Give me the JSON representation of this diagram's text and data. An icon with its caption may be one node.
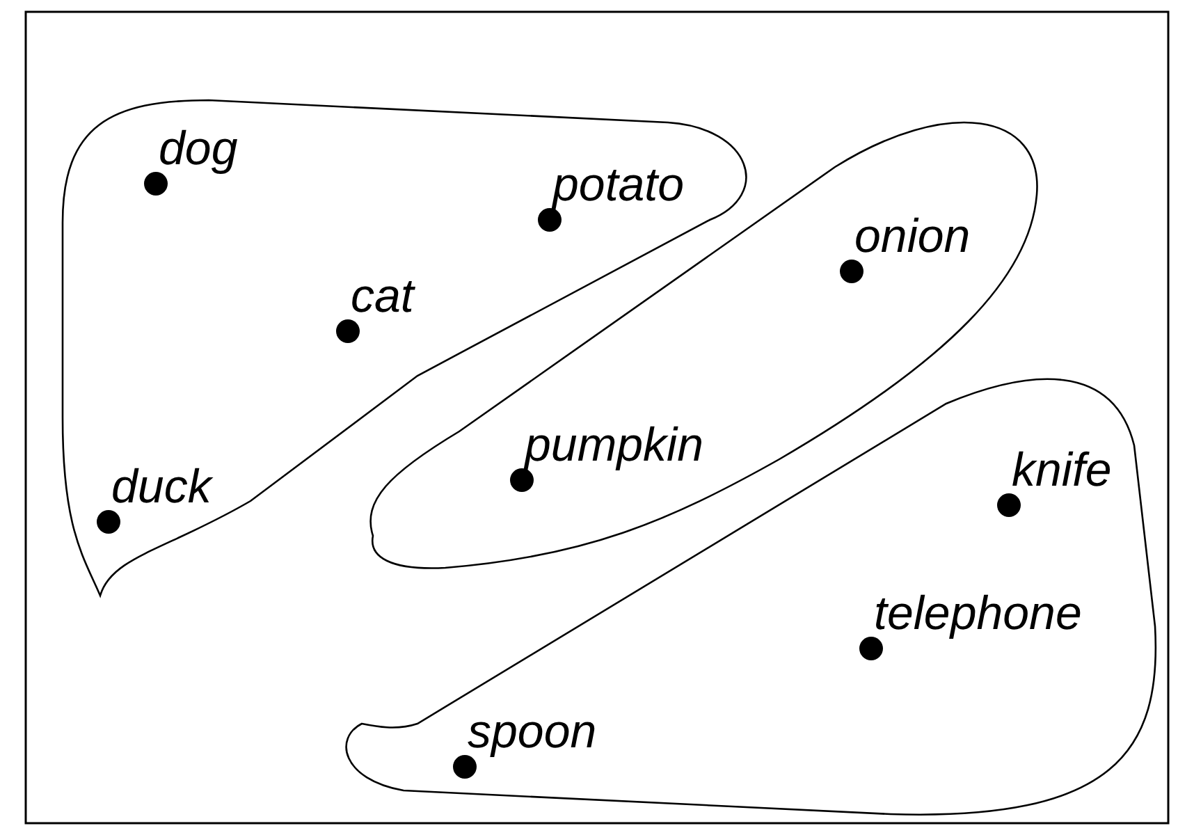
{
  "diagram": {
    "nodes": [
      {
        "text": [],
        "shape": "blob"
      },
      {
        "text": [
          "dog"
        ],
        "in": 0
      },
      {
        "text": [
          "potato"
        ],
        "in": 0
      },
      {
        "text": [
          "cat"
        ],
        "in": 0
      },
      {
        "text": [
          "duck"
        ],
        "in": 0
      },
      {
        "text": [],
        "shape": "blob"
      },
      {
        "text": [
          "onion"
        ],
        "in": 5
      },
      {
        "text": [
          "pumpkin"
        ],
        "in": 5
      },
      {
        "text": [],
        "shape": "blob"
      },
      {
        "text": [
          "knife"
        ],
        "in": 8
      },
      {
        "text": [
          "telephone"
        ],
        "in": 8
      },
      {
        "text": [
          "spoon"
        ],
        "in": 8
      }
    ]
  }
}
